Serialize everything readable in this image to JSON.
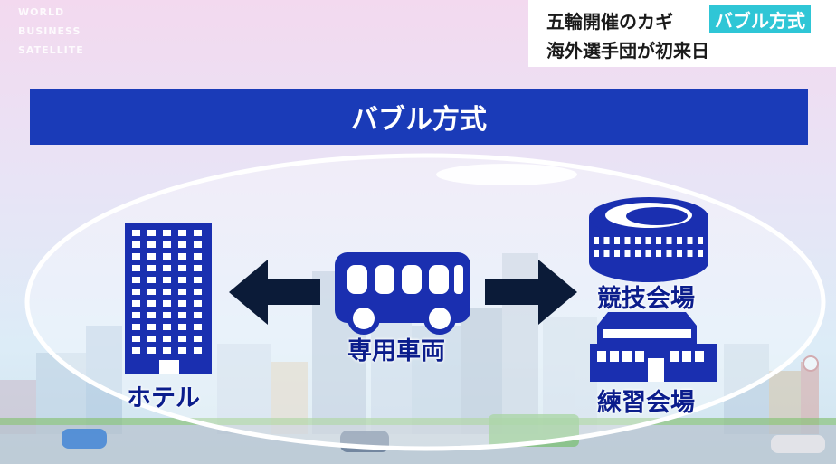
{
  "watermark": {
    "line1": "WORLD",
    "line2": "BUSINESS",
    "line3": "SATELLITE"
  },
  "headline": {
    "line1_prefix": "五輪開催のカギ",
    "line1_highlight": "バブル方式",
    "line2": "海外選手団が初来日"
  },
  "banner": {
    "title": "バブル方式"
  },
  "diagram": {
    "hotel_label": "ホテル",
    "vehicle_label": "専用車両",
    "venue_label": "競技会場",
    "practice_label": "練習会場"
  },
  "colors": {
    "primary": "#1a3bb8",
    "icon": "#1a2fb0",
    "highlight": "#2fc6d6",
    "arrow": "#0b1b38"
  },
  "icons": [
    "hotel-building-icon",
    "bus-icon",
    "stadium-icon",
    "training-hall-icon",
    "left-arrow-icon",
    "right-arrow-icon"
  ]
}
